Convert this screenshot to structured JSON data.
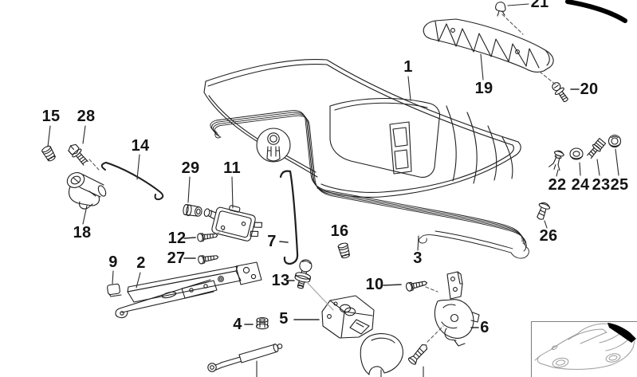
{
  "parts": {
    "1": "1",
    "2": "2",
    "3": "3",
    "4": "4",
    "5": "5",
    "6": "6",
    "7": "7",
    "9": "9",
    "10": "10",
    "11": "11",
    "12": "12",
    "13": "13",
    "14": "14",
    "15": "15",
    "16": "16",
    "18": "18",
    "19": "19",
    "20": "20",
    "21": "21",
    "22": "22",
    "23": "23",
    "24": "24",
    "25": "25",
    "26": "26",
    "27": "27",
    "28": "28",
    "29": "29"
  },
  "colors": {
    "line": "#1f1f1f",
    "background": "#ffffff",
    "highlight_black": "#000000",
    "thumbnail_gray": "#9b9b9b"
  }
}
